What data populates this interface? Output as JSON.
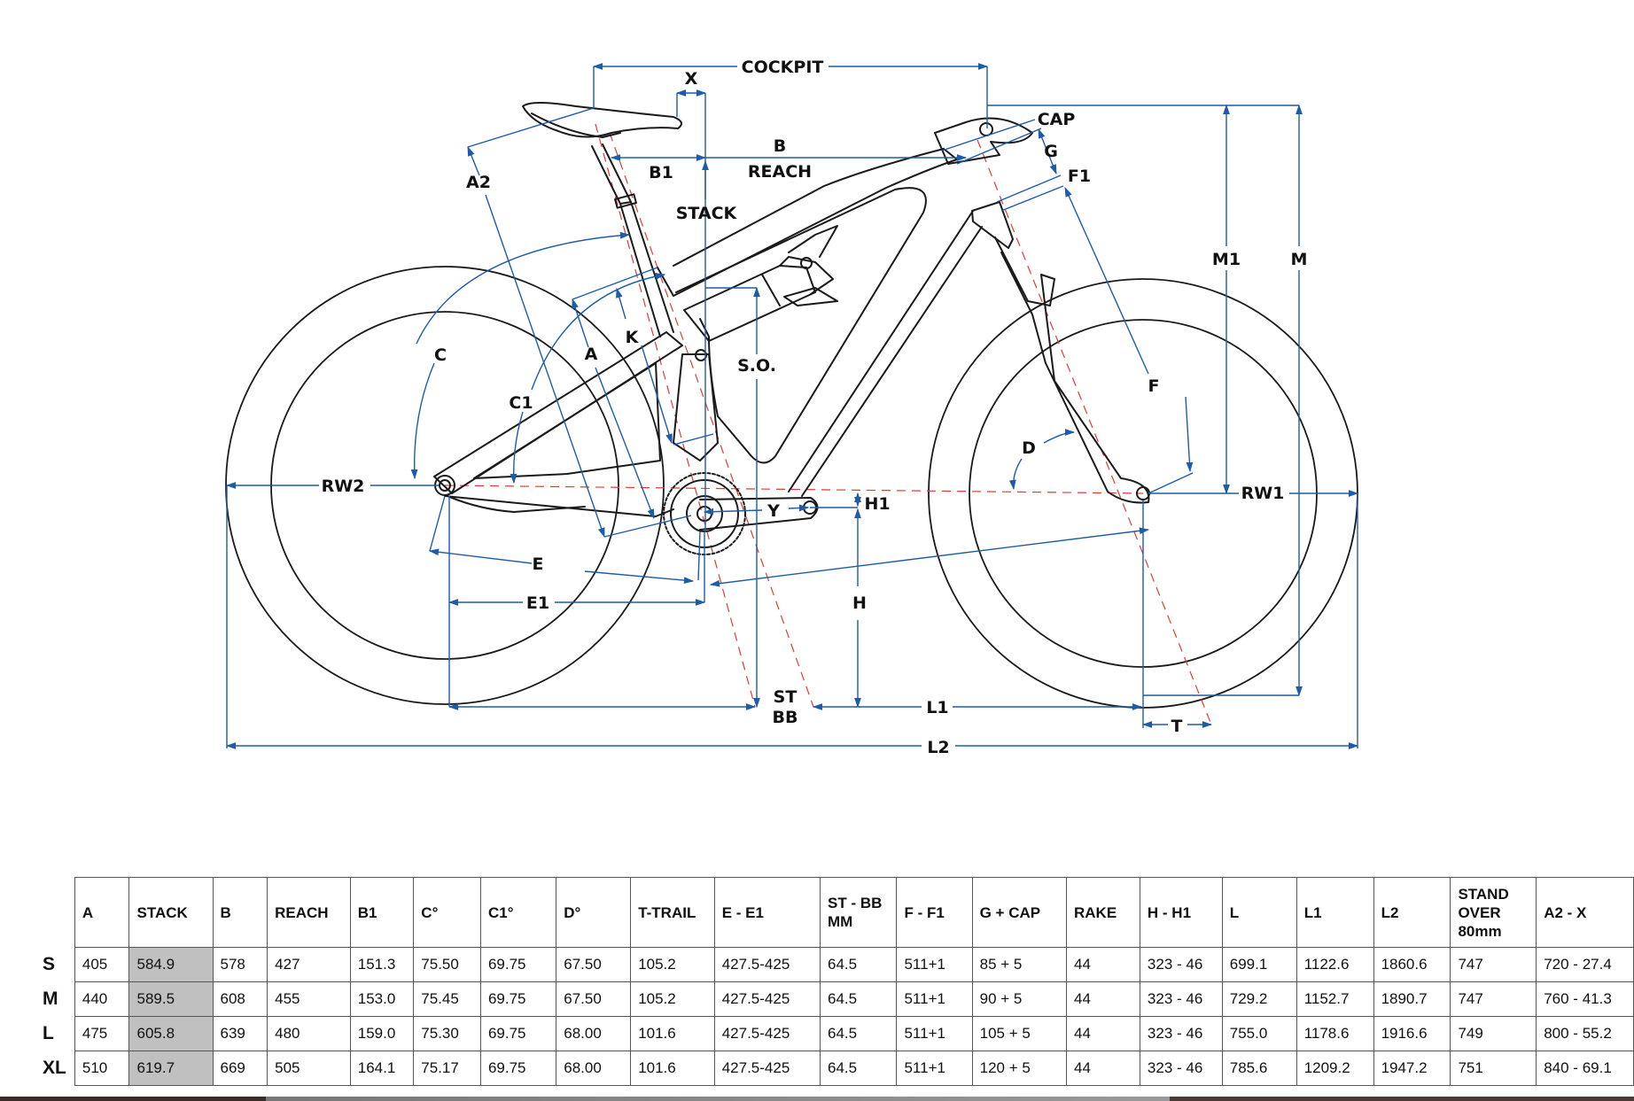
{
  "diagram": {
    "title": "Bike frame geometry diagram",
    "dimension_labels": {
      "cockpit": "COCKPIT",
      "x": "X",
      "cap": "CAP",
      "b": "B",
      "b1": "B1",
      "reach": "REACH",
      "g": "G",
      "f1": "F1",
      "stack": "STACK",
      "a2": "A2",
      "m1": "M1",
      "m": "M",
      "c": "C",
      "k": "K",
      "a": "A",
      "so": "S.O.",
      "c1": "C1",
      "f": "F",
      "d": "D",
      "rw2": "RW2",
      "rw1": "RW1",
      "y": "Y",
      "h1": "H1",
      "e": "E",
      "e1": "E1",
      "h": "H",
      "st": "ST",
      "bb": "BB",
      "l1": "L1",
      "t": "T",
      "l2": "L2"
    },
    "colors": {
      "dimension_lines": "#1d5ca8",
      "axis_lines": "#e53935",
      "frame_outline": "#1a1a1a"
    }
  },
  "geometry_table": {
    "columns": [
      "A",
      "STACK",
      "B",
      "REACH",
      "B1",
      "C°",
      "C1°",
      "D°",
      "T-TRAIL",
      "E - E1",
      "ST - BB MM",
      "F - F1",
      "G + CAP",
      "RAKE",
      "H - H1",
      "L",
      "L1",
      "L2",
      "STAND OVER 80mm",
      "A2 - X"
    ],
    "highlight_column": "STACK",
    "highlight_color": "#c0c0c0",
    "rows": [
      {
        "size": "S",
        "values": [
          "405",
          "584.9",
          "578",
          "427",
          "151.3",
          "75.50",
          "69.75",
          "67.50",
          "105.2",
          "427.5-425",
          "64.5",
          "511+1",
          "85 + 5",
          "44",
          "323 - 46",
          "699.1",
          "1122.6",
          "1860.6",
          "747",
          "720 - 27.4"
        ]
      },
      {
        "size": "M",
        "values": [
          "440",
          "589.5",
          "608",
          "455",
          "153.0",
          "75.45",
          "69.75",
          "67.50",
          "105.2",
          "427.5-425",
          "64.5",
          "511+1",
          "90 + 5",
          "44",
          "323 - 46",
          "729.2",
          "1152.7",
          "1890.7",
          "747",
          "760 - 41.3"
        ]
      },
      {
        "size": "L",
        "values": [
          "475",
          "605.8",
          "639",
          "480",
          "159.0",
          "75.30",
          "69.75",
          "68.00",
          "101.6",
          "427.5-425",
          "64.5",
          "511+1",
          "105 + 5",
          "44",
          "323 - 46",
          "755.0",
          "1178.6",
          "1916.6",
          "749",
          "800 - 55.2"
        ]
      },
      {
        "size": "XL",
        "values": [
          "510",
          "619.7",
          "669",
          "505",
          "164.1",
          "75.17",
          "69.75",
          "68.00",
          "101.6",
          "427.5-425",
          "64.5",
          "511+1",
          "120 + 5",
          "44",
          "323 - 46",
          "785.6",
          "1209.2",
          "1947.2",
          "751",
          "840 - 69.1"
        ]
      }
    ]
  }
}
